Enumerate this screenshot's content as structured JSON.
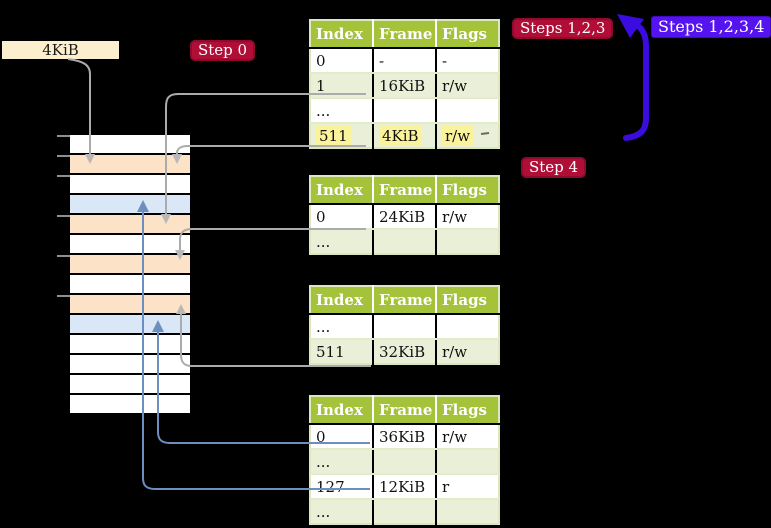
{
  "title_box": {
    "label": "4KiB"
  },
  "badges": {
    "step0": {
      "label": "Step 0"
    },
    "steps123": {
      "label": "Steps 1,2,3"
    },
    "steps1234": {
      "label": "Steps 1,2,3,4"
    },
    "step4": {
      "label": "Step 4"
    }
  },
  "memory_column": {
    "rows": [
      "white",
      "peach",
      "white",
      "blue",
      "peach",
      "white",
      "peach",
      "white",
      "peach",
      "blue",
      "white",
      "white",
      "white",
      "white"
    ]
  },
  "page_tables": [
    {
      "headers": [
        "Index",
        "Frame",
        "Flags"
      ],
      "rows": [
        {
          "cells": [
            "0",
            "-",
            "-"
          ],
          "row_class": "",
          "cell_class": ""
        },
        {
          "cells": [
            "1",
            "16KiB",
            "r/w"
          ],
          "row_class": "shaded",
          "cell_class": ""
        },
        {
          "cells": [
            "...",
            "",
            ""
          ],
          "row_class": "",
          "cell_class": ""
        },
        {
          "cells": [
            "511",
            "4KiB",
            "r/w"
          ],
          "row_class": "shaded",
          "cell_class": "hl"
        }
      ]
    },
    {
      "headers": [
        "Index",
        "Frame",
        "Flags"
      ],
      "rows": [
        {
          "cells": [
            "0",
            "24KiB",
            "r/w"
          ],
          "row_class": "",
          "cell_class": ""
        },
        {
          "cells": [
            "...",
            "",
            ""
          ],
          "row_class": "shaded",
          "cell_class": ""
        }
      ]
    },
    {
      "headers": [
        "Index",
        "Frame",
        "Flags"
      ],
      "rows": [
        {
          "cells": [
            "...",
            "",
            ""
          ],
          "row_class": "",
          "cell_class": ""
        },
        {
          "cells": [
            "511",
            "32KiB",
            "r/w"
          ],
          "row_class": "shaded",
          "cell_class": ""
        }
      ]
    },
    {
      "headers": [
        "Index",
        "Frame",
        "Flags"
      ],
      "rows": [
        {
          "cells": [
            "0",
            "36KiB",
            "r/w"
          ],
          "row_class": "",
          "cell_class": ""
        },
        {
          "cells": [
            "...",
            "",
            ""
          ],
          "row_class": "shaded",
          "cell_class": ""
        },
        {
          "cells": [
            "127",
            "12KiB",
            "r"
          ],
          "row_class": "",
          "cell_class": ""
        },
        {
          "cells": [
            "...",
            "",
            ""
          ],
          "row_class": "shaded",
          "cell_class": ""
        }
      ]
    }
  ],
  "colors": {
    "header_green": "#a4c23a",
    "row_green": "#eaf0d7",
    "frame_peach": "#fce3c7",
    "frame_blue": "#dae7f6",
    "wheat": "#fcefcd",
    "crimson": "#b00d37",
    "violet": "#5513f0",
    "arrow_blue": "#3b0cdf",
    "line_gray": "#ababab",
    "line_blue": "#6d8fc0",
    "highlight": "#fbf39b"
  }
}
